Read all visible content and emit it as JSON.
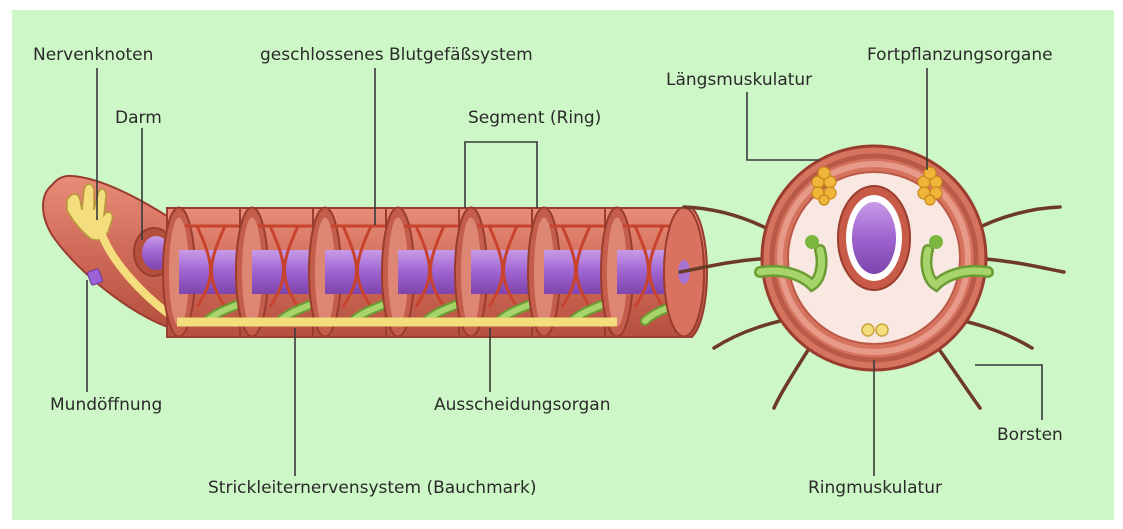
{
  "labels": {
    "nervenknoten": "Nervenknoten",
    "darm": "Darm",
    "blutgefaess": "geschlossenes Blutgefäßsystem",
    "segment": "Segment (Ring)",
    "mundoeffnung": "Mundöffnung",
    "ausscheidung": "Ausscheidungsorgan",
    "strickleiter": "Strickleiternervensystem (Bauchmark)",
    "laengsmuskulatur": "Längsmuskulatur",
    "fortpflanzung": "Fortpflanzungsorgane",
    "borsten": "Borsten",
    "ringmuskulatur": "Ringmuskulatur"
  },
  "colors": {
    "background": "#cdf7c6",
    "body_wall": "#cf6a58",
    "body_dark": "#9a3c2e",
    "gut": "#a774d4",
    "nerve": "#f3dd7c",
    "excretory": "#96c95a",
    "egg": "#f0b63a",
    "bristle": "#6e3a28"
  }
}
